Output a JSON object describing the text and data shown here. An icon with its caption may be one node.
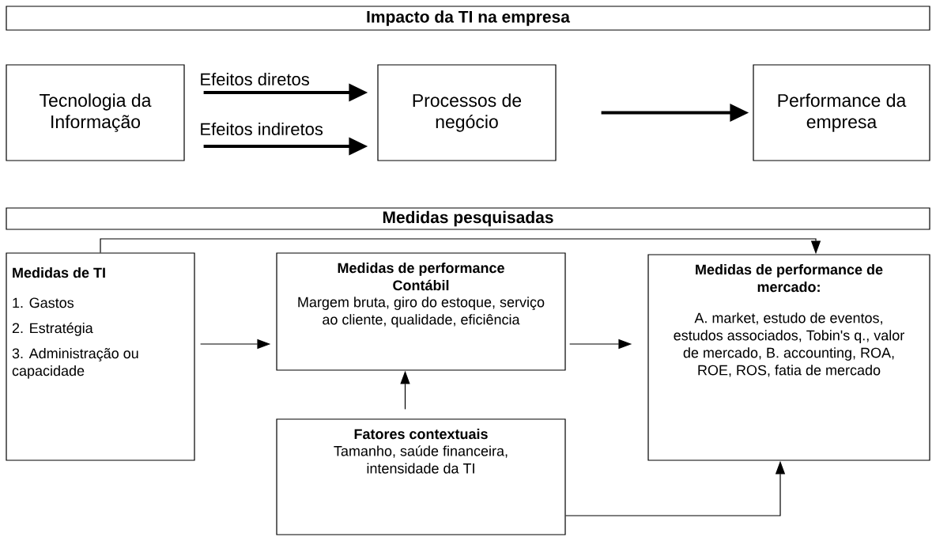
{
  "diagram": {
    "nodes": [
      {
        "text": [
          "Impacto da TI na empresa"
        ]
      },
      {
        "text": [
          "Tecnologia da Informação"
        ]
      },
      {
        "text": [
          "Processos de negócio"
        ]
      },
      {
        "text": [
          "Performance da empresa"
        ]
      },
      {
        "text": [
          "Medidas pesquisadas"
        ]
      },
      {
        "text": [
          "Medidas de TI",
          "1. Gastos",
          "2. Estratégia",
          "3. Administração ou capacidade"
        ]
      },
      {
        "text": [
          "Medidas de performance Contábil",
          "Margem bruta, giro do estoque, serviço ao cliente, qualidade, eficiência"
        ]
      },
      {
        "text": [
          "Medidas de performance de mercado:",
          "A. market, estudo de eventos, estudos associados, Tobin's q., valor de mercado,  B. accounting, ROA, ROE, ROS, fatia de mercado"
        ]
      },
      {
        "text": [
          "Fatores contextuais",
          "Tamanho, saúde financeira, intensidade da TI"
        ]
      }
    ],
    "edges": [
      {
        "from": 1,
        "to": 2,
        "arrow": "to",
        "label": "Efeitos diretos",
        "style": "thick"
      },
      {
        "from": 1,
        "to": 2,
        "arrow": "to",
        "label": "Efeitos indiretos",
        "style": "thick"
      },
      {
        "from": 2,
        "to": 3,
        "arrow": "to",
        "style": "thick"
      },
      {
        "from": 5,
        "to": 6,
        "arrow": "to"
      },
      {
        "from": 6,
        "to": 7,
        "arrow": "to"
      },
      {
        "from": 8,
        "to": 6,
        "arrow": "to"
      },
      {
        "from": 8,
        "to": 7,
        "arrow": "to"
      },
      {
        "from": 5,
        "to": 7,
        "arrow": "to"
      }
    ]
  }
}
